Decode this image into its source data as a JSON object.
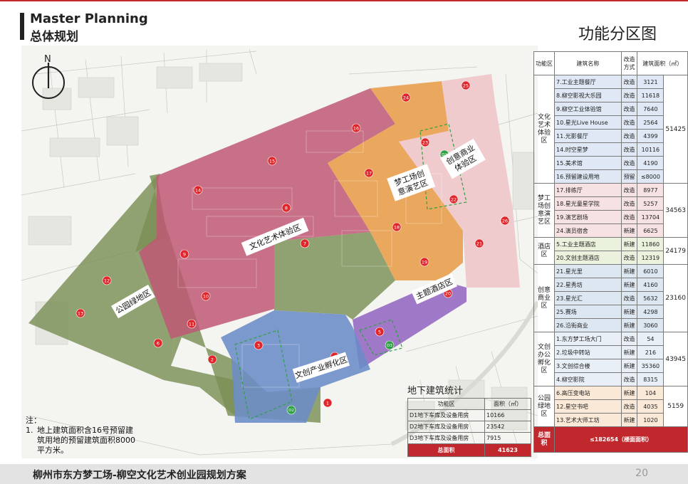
{
  "header": {
    "title_en": "Master Planning",
    "title_cn": "总体规划"
  },
  "page_title": "功能分区图",
  "compass": {
    "label": "N"
  },
  "map": {
    "zone_labels": [
      {
        "id": "culture",
        "text": "文化艺术体验区"
      },
      {
        "id": "theatre",
        "text": "梦工场创意演艺区"
      },
      {
        "id": "business",
        "text": "创意商业体验区"
      },
      {
        "id": "park",
        "text": "公园绿地区"
      },
      {
        "id": "hotel",
        "text": "主题酒店区"
      },
      {
        "id": "incubator",
        "text": "文创产业孵化区"
      }
    ],
    "markers": [
      "1",
      "2",
      "3",
      "4",
      "5",
      "6",
      "7",
      "8",
      "9",
      "10",
      "11",
      "12",
      "13",
      "14",
      "15",
      "16",
      "17",
      "18",
      "19",
      "20",
      "21",
      "22",
      "23",
      "24",
      "25",
      "26"
    ],
    "garage_markers": [
      "D1",
      "D2",
      "D3"
    ],
    "colors": {
      "culture": "#c05874",
      "theatre": "#e89a45",
      "business": "#f0c7c9",
      "park": "#7a8f55",
      "hotel": "#8f62c0",
      "incubator": "#6b8cc7",
      "marker": "#e0262b",
      "garage": "#2fa043"
    }
  },
  "notes": {
    "title": "注：",
    "items": [
      {
        "num": "1.",
        "lines": [
          "地上建筑面积含16号预留建",
          "筑用地的预留建筑面积8000",
          "平方米。"
        ]
      }
    ]
  },
  "underground": {
    "title": "地下建筑统计",
    "headers": [
      "功能区",
      "面积（㎡）"
    ],
    "rows": [
      {
        "name": "D1地下车库及设备用房",
        "area": "10166"
      },
      {
        "name": "D2地下车库及设备用房",
        "area": "23542"
      },
      {
        "name": "D3地下车库及设备用房",
        "area": "7915"
      }
    ],
    "total_label": "总面积",
    "total_value": "41623"
  },
  "function_table": {
    "headers": [
      "功能区",
      "建筑名称",
      "改造方式",
      "建筑面积（㎡）"
    ],
    "groups": [
      {
        "zone": "文化艺术体验区",
        "subtotal": "51425",
        "rows": [
          {
            "name": "7.工业主题餐厅",
            "mode": "改造",
            "area": "3121"
          },
          {
            "name": "8.柳空影视大乐园",
            "mode": "改造",
            "area": "11618"
          },
          {
            "name": "9.柳空工业体验馆",
            "mode": "改造",
            "area": "7640"
          },
          {
            "name": "10.星光Live House",
            "mode": "改造",
            "area": "2564"
          },
          {
            "name": "11.光影餐厅",
            "mode": "改造",
            "area": "4399"
          },
          {
            "name": "14.时空星梦",
            "mode": "改造",
            "area": "10116"
          },
          {
            "name": "15.美术馆",
            "mode": "改造",
            "area": "4190"
          },
          {
            "name": "16.预留建设用地",
            "mode": "预留",
            "area": "≤8000"
          }
        ]
      },
      {
        "zone": "梦工场创意演艺区",
        "subtotal": "34563",
        "rows": [
          {
            "name": "17.排练厅",
            "mode": "改造",
            "area": "8977"
          },
          {
            "name": "18.星光童星学院",
            "mode": "改造",
            "area": "5257"
          },
          {
            "name": "19.演艺剧场",
            "mode": "改造",
            "area": "13704"
          },
          {
            "name": "24.演员宿舍",
            "mode": "新建",
            "area": "6625"
          }
        ]
      },
      {
        "zone": "酒店区",
        "subtotal": "24179",
        "rows": [
          {
            "name": "5.工业主题酒店",
            "mode": "新建",
            "area": "11860"
          },
          {
            "name": "20.文创主题酒店",
            "mode": "改造",
            "area": "12319"
          }
        ]
      },
      {
        "zone": "创意商业区",
        "subtotal": "23160",
        "rows": [
          {
            "name": "21.星光里",
            "mode": "新建",
            "area": "6010"
          },
          {
            "name": "22.星秀坊",
            "mode": "新建",
            "area": "4160"
          },
          {
            "name": "23.星光汇",
            "mode": "改造",
            "area": "5632"
          },
          {
            "name": "25.赛场",
            "mode": "新建",
            "area": "4298"
          },
          {
            "name": "26.沿街商业",
            "mode": "新建",
            "area": "3060"
          }
        ]
      },
      {
        "zone": "文创办公孵化区",
        "subtotal": "43945",
        "rows": [
          {
            "name": "1.东方梦工场大门",
            "mode": "改造",
            "area": "54"
          },
          {
            "name": "2.垃圾中转站",
            "mode": "新建",
            "area": "216"
          },
          {
            "name": "3.文创综合楼",
            "mode": "新建",
            "area": "35360"
          },
          {
            "name": "4.柳空影院",
            "mode": "改造",
            "area": "8315"
          }
        ]
      },
      {
        "zone": "公园绿地区",
        "subtotal": "5159",
        "rows": [
          {
            "name": "6.高压变电站",
            "mode": "新建",
            "area": "104"
          },
          {
            "name": "12.星空书吧",
            "mode": "改造",
            "area": "4035"
          },
          {
            "name": "13.艺术大师工坊",
            "mode": "新建",
            "area": "1020"
          }
        ]
      }
    ],
    "total_zone": "总面积",
    "total_value": "≤182654（楼面面积）"
  },
  "footer": {
    "text": "柳州市东方梦工场-柳空文化艺术创业园规划方案",
    "page": "20"
  }
}
